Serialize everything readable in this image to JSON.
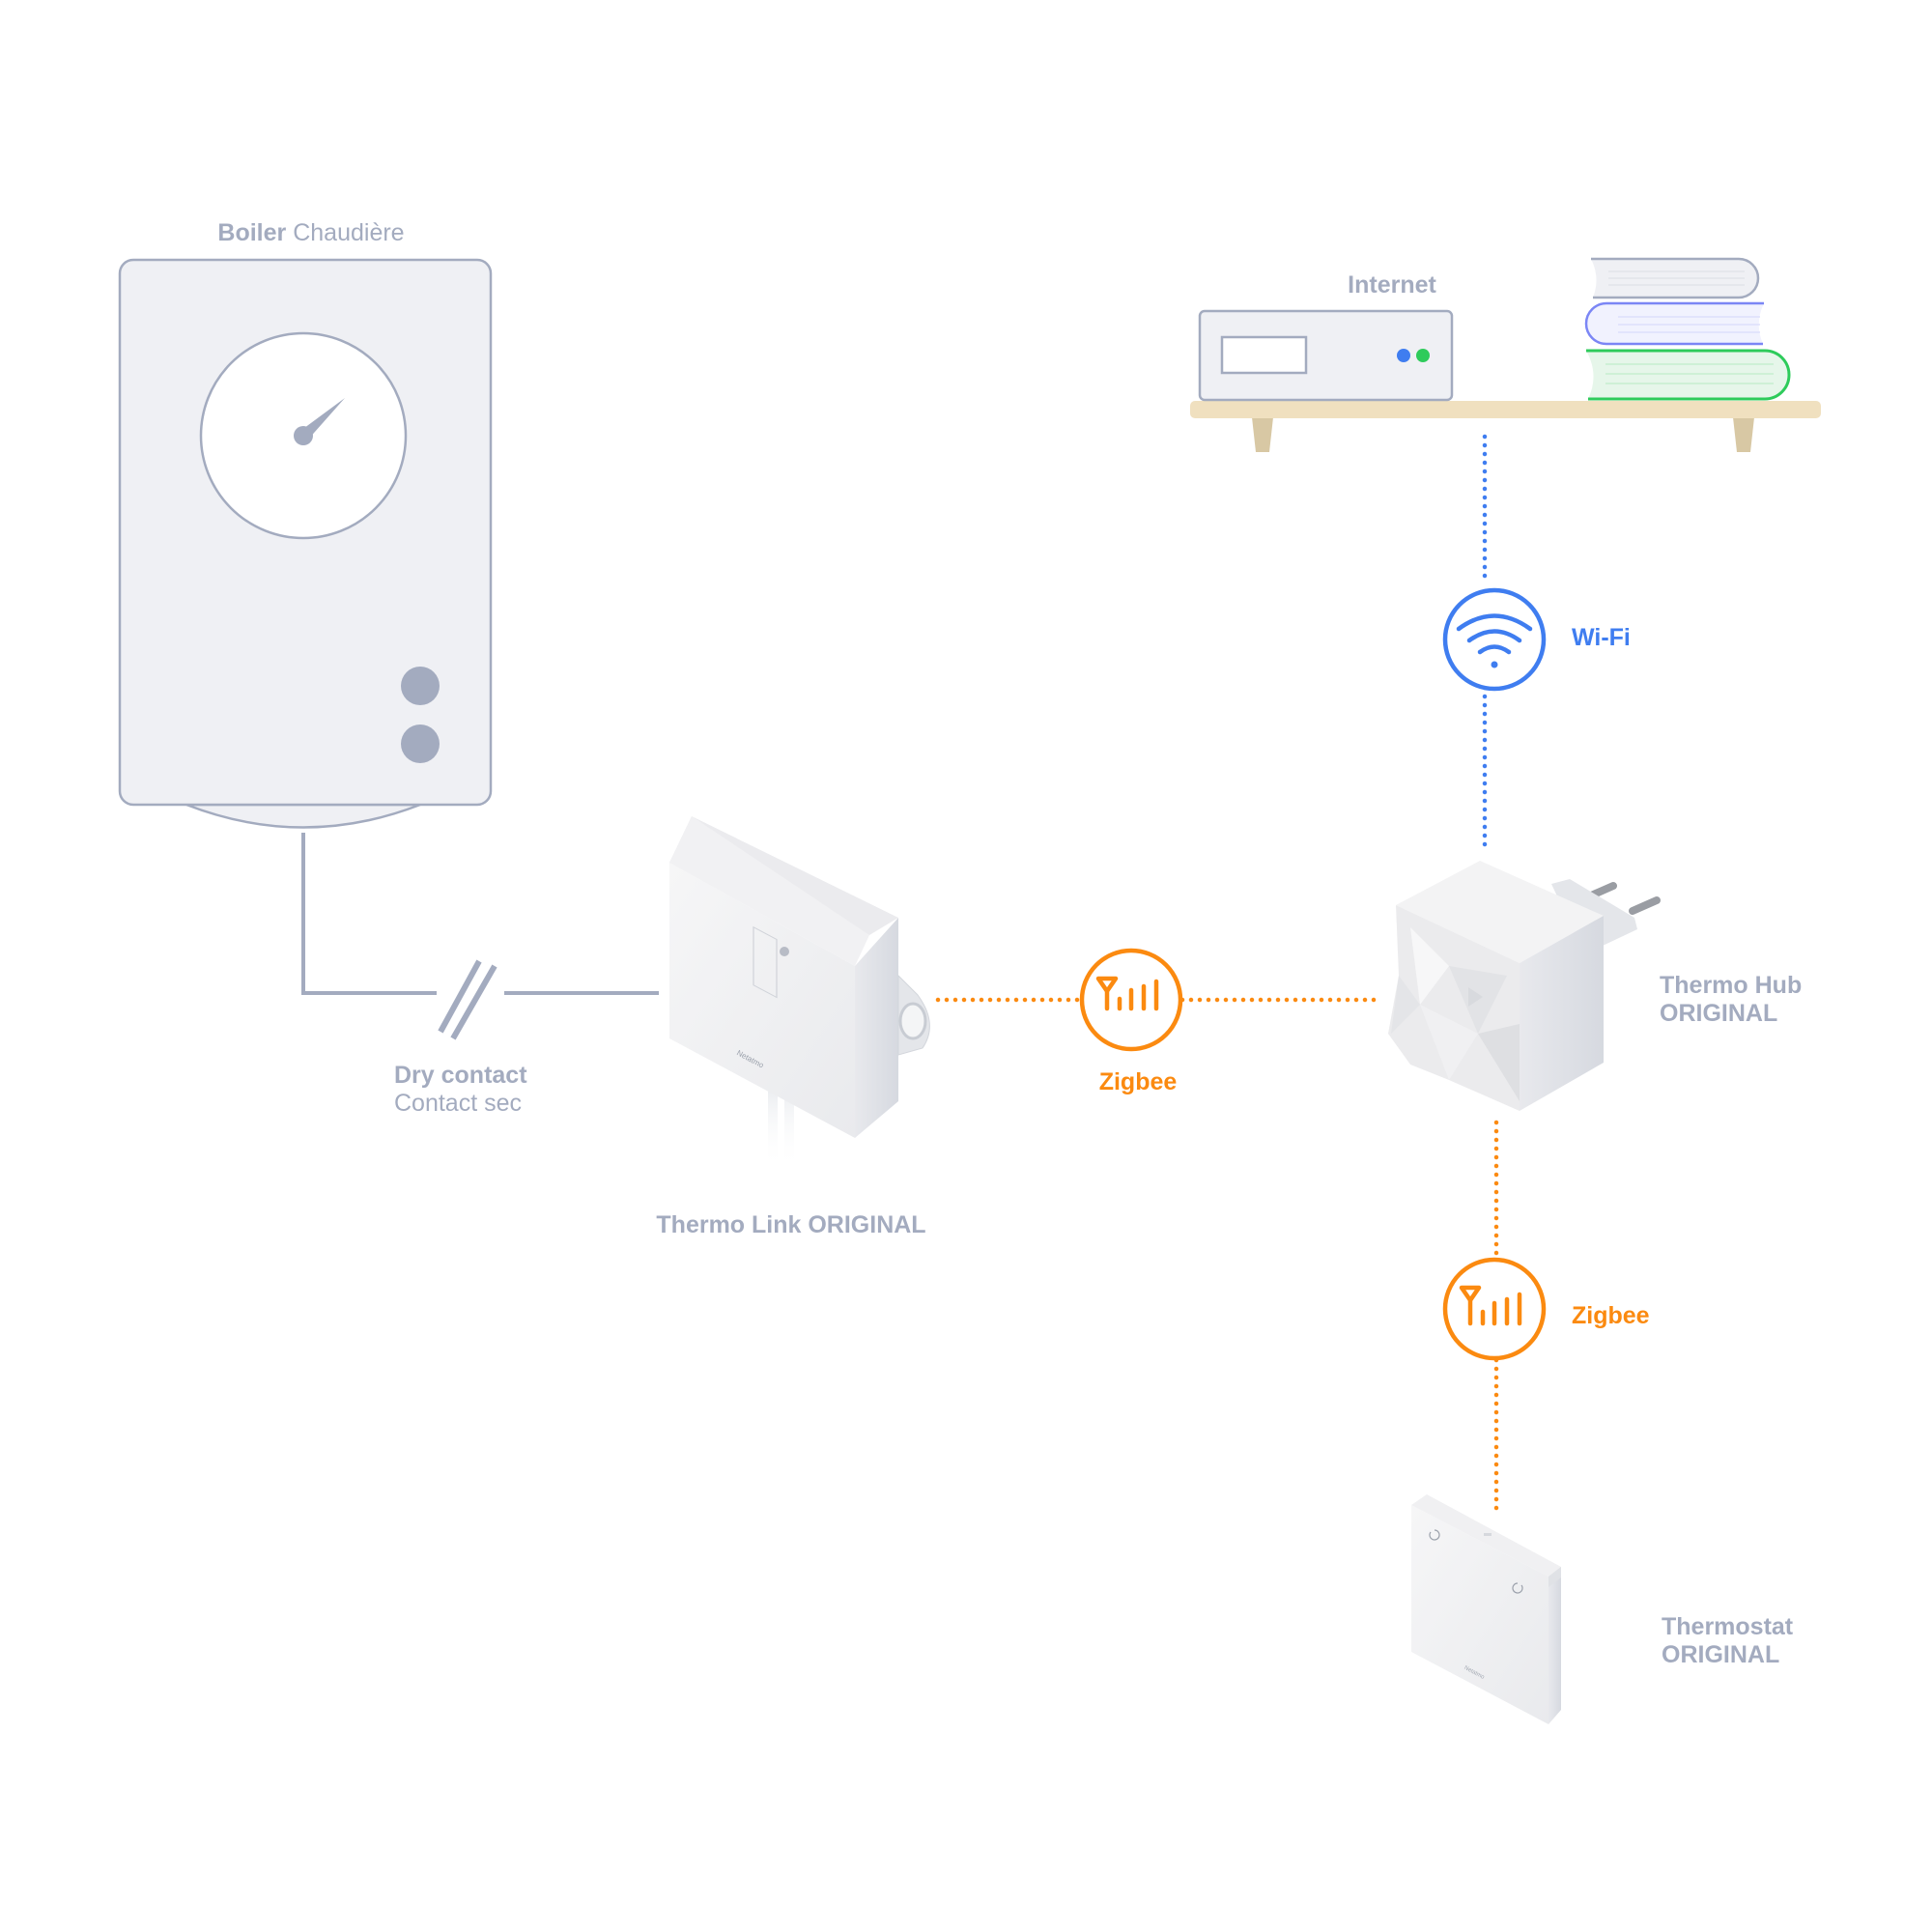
{
  "diagram": {
    "colors": {
      "outline": "#a3abbf",
      "panel_fill": "#eff0f4",
      "wifi": "#3f7df0",
      "zigbee": "#fb8a10",
      "shelf": "#f0e0bf",
      "shelf_legs": "#d8c8a4",
      "router_led_blue": "#3f7df0",
      "router_led_green": "#2ecb5b",
      "book_gray": "#a3abbf",
      "book_purple": "#7b86f5",
      "book_green": "#2ecb5b"
    },
    "boiler": {
      "label_bold": "Boiler",
      "label_regular": "Chaudière",
      "icon": "boiler-icon"
    },
    "dry_contact": {
      "label_bold": "Dry contact",
      "label_regular": "Contact sec"
    },
    "thermo_link": {
      "label": "Thermo Link ORIGINAL",
      "brand": "Netatmo"
    },
    "internet": {
      "label": "Internet",
      "icon": "router-icon"
    },
    "wifi_link": {
      "label": "Wi-Fi",
      "icon": "wifi-icon"
    },
    "zigbee_link_1": {
      "label": "Zigbee",
      "icon": "antenna-signal-icon"
    },
    "zigbee_link_2": {
      "label": "Zigbee",
      "icon": "antenna-signal-icon"
    },
    "thermo_hub": {
      "label_line1": "Thermo Hub",
      "label_line2": "ORIGINAL"
    },
    "thermostat": {
      "label_line1": "Thermostat",
      "label_line2": "ORIGINAL",
      "brand": "Netatmo"
    }
  }
}
